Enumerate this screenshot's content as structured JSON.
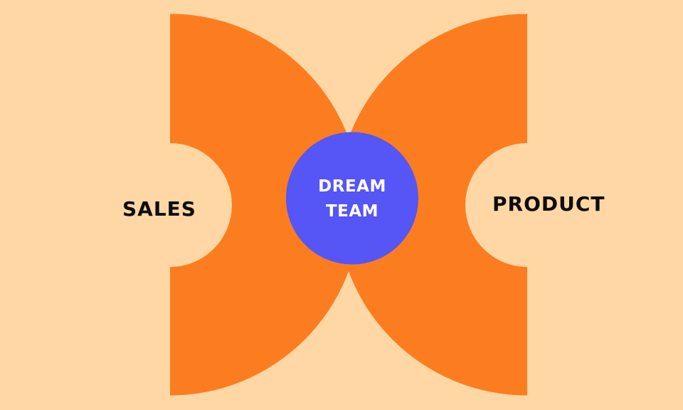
{
  "diagram": {
    "type": "venn-style intersection",
    "left": {
      "label": "SALES"
    },
    "right": {
      "label": "PRODUCT"
    },
    "center": {
      "line1": "DREAM",
      "line2": "TEAM"
    }
  },
  "colors": {
    "background": "#FFD7A5",
    "shapes": "#FB7D20",
    "center_circle": "#5655F5",
    "center_text": "#FFFFFF",
    "label_text": "#0D0D0D"
  }
}
